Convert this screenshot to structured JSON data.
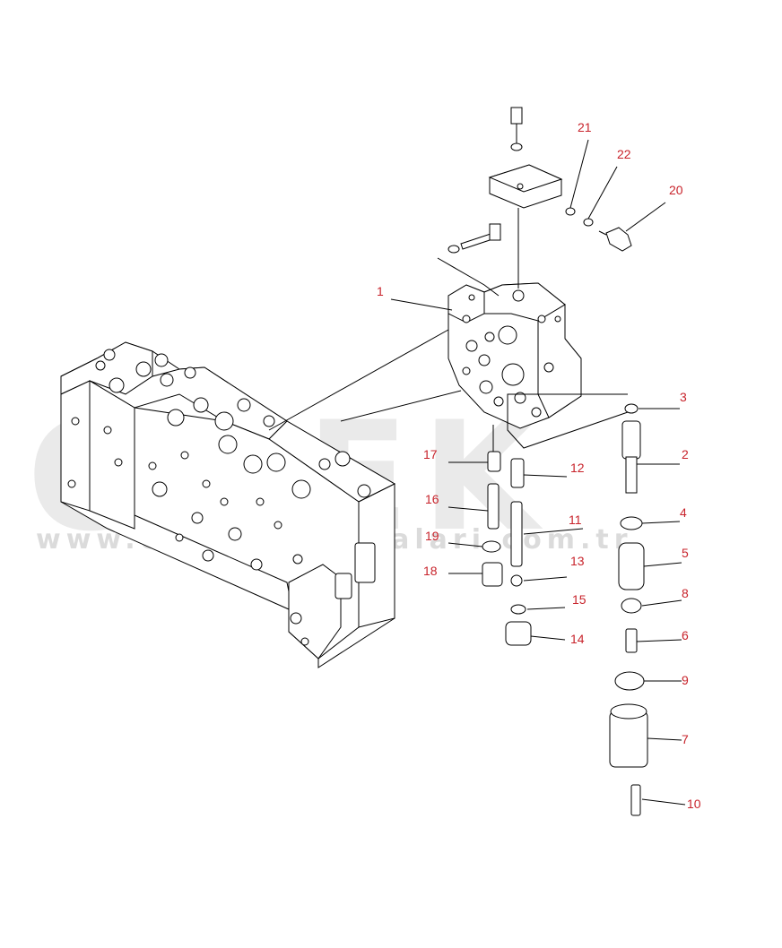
{
  "watermark": {
    "brand": "ÖNEK",
    "url": "www.onekismakinalari.com.tr"
  },
  "callouts": [
    {
      "id": "c1",
      "label": "1"
    },
    {
      "id": "c2",
      "label": "2"
    },
    {
      "id": "c3",
      "label": "3"
    },
    {
      "id": "c4",
      "label": "4"
    },
    {
      "id": "c5",
      "label": "5"
    },
    {
      "id": "c6",
      "label": "6"
    },
    {
      "id": "c7",
      "label": "7"
    },
    {
      "id": "c8",
      "label": "8"
    },
    {
      "id": "c9",
      "label": "9"
    },
    {
      "id": "c10",
      "label": "10"
    },
    {
      "id": "c11",
      "label": "11"
    },
    {
      "id": "c12",
      "label": "12"
    },
    {
      "id": "c13",
      "label": "13"
    },
    {
      "id": "c14",
      "label": "14"
    },
    {
      "id": "c15",
      "label": "15"
    },
    {
      "id": "c16",
      "label": "16"
    },
    {
      "id": "c17",
      "label": "17"
    },
    {
      "id": "c18",
      "label": "18"
    },
    {
      "id": "c19",
      "label": "19"
    },
    {
      "id": "c20",
      "label": "20"
    },
    {
      "id": "c21",
      "label": "21"
    },
    {
      "id": "c22",
      "label": "22"
    }
  ],
  "colors": {
    "callout_text": "#c8232b",
    "line_art": "#000000",
    "watermark": "#d9d9d9"
  }
}
